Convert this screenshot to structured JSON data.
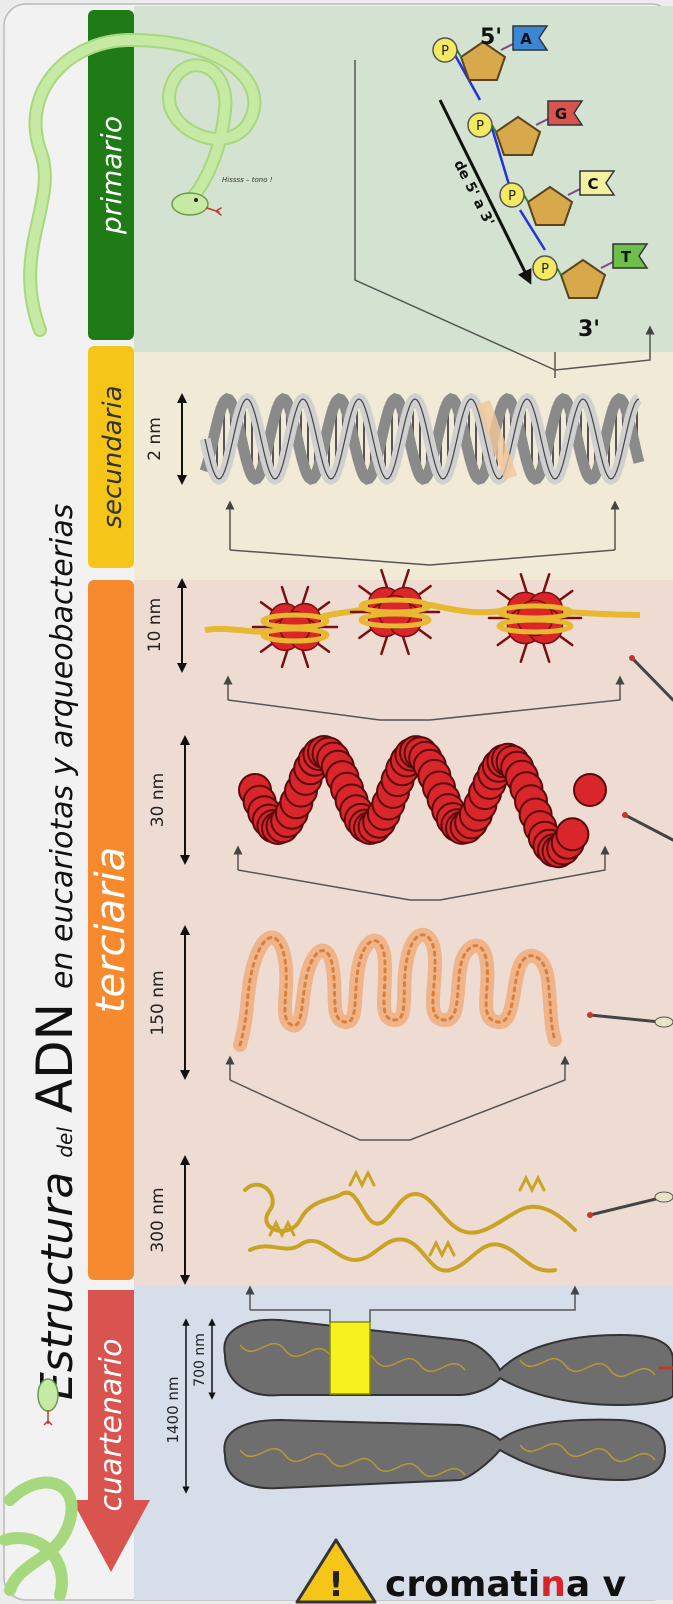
{
  "title": {
    "word1": "Estructura",
    "word2": "del",
    "word3": "ADN",
    "rest": "en eucariotas y arqueobacterias"
  },
  "levels": {
    "primary": {
      "label": "primario",
      "color": "#1e7b15"
    },
    "secondary": {
      "label": "secundaria",
      "color": "#f5c518"
    },
    "tertiary": {
      "label": "terciaria",
      "color": "#f7892e"
    },
    "quaternary": {
      "label": "cuartenario",
      "color": "#d9534f"
    }
  },
  "bands": {
    "primary": "#d4e2d1",
    "secondary": "#f1ead7",
    "tertiary": "#eedcd3",
    "quaternary": "#d6deea"
  },
  "primary_structure": {
    "end5": "5'",
    "end3": "3'",
    "direction": "de 5' a 3'",
    "phosphate": "P",
    "bases": [
      {
        "letter": "A",
        "color": "#3a87d4"
      },
      {
        "letter": "G",
        "color": "#d9534f"
      },
      {
        "letter": "C",
        "color": "#f5efa0"
      },
      {
        "letter": "T",
        "color": "#6cc04a"
      }
    ]
  },
  "snake_speech": "Hissss – tono !",
  "dimensions": {
    "secondary": "2 nm",
    "nucleosome": "10 nm",
    "fiber30": "30 nm",
    "loop150": "150 nm",
    "loop300": "300 nm",
    "chromatid700": "700 nm",
    "chromosome1400": "1400 nm"
  },
  "footer": {
    "warning_icon": "warning-icon",
    "text_pre": "cromati",
    "text_highlight": "n",
    "text_post": "a v"
  }
}
